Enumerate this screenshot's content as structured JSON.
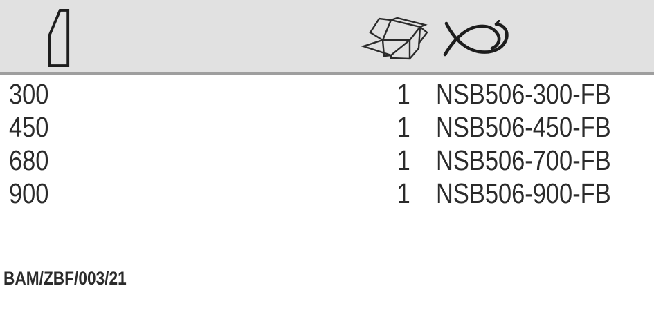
{
  "table": {
    "header_icons": [
      {
        "name": "blade-length-icon"
      },
      {
        "name": "packaging-box-icon"
      },
      {
        "name": "fish-icon"
      }
    ],
    "rows": [
      {
        "size": "300",
        "qty": "1",
        "code": "NSB506-300-FB"
      },
      {
        "size": "450",
        "qty": "1",
        "code": "NSB506-450-FB"
      },
      {
        "size": "680",
        "qty": "1",
        "code": "NSB506-700-FB"
      },
      {
        "size": "900",
        "qty": "1",
        "code": "NSB506-900-FB"
      }
    ]
  },
  "footer": {
    "reference": "BAM/ZBF/003/21"
  },
  "colors": {
    "header_bg": "#e1e1e1",
    "header_border": "#9e9e9e",
    "text": "#2b2b2b",
    "icon_stroke": "#1d1d1d"
  }
}
